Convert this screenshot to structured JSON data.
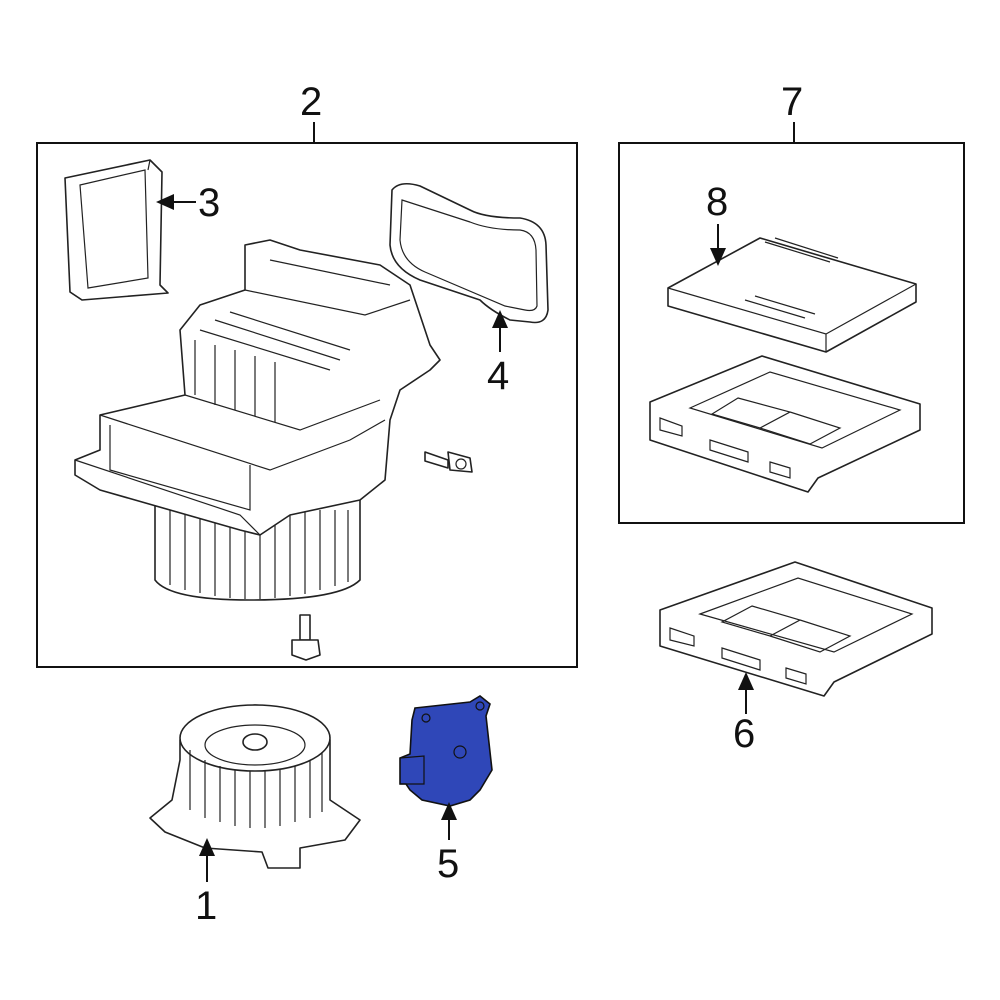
{
  "callouts": {
    "c1": "1",
    "c2": "2",
    "c3": "3",
    "c4": "4",
    "c5": "5",
    "c6": "6",
    "c7": "7",
    "c8": "8"
  },
  "highlight_color": "#2f47b8",
  "icons": {
    "blower_motor": "fan-motor-icon",
    "actuator": "actuator-icon",
    "filter": "cabin-air-filter-icon",
    "filter_housing": "filter-housing-icon",
    "blower_housing": "blower-housing-icon",
    "gasket": "gasket-icon",
    "screw": "screw-icon"
  }
}
